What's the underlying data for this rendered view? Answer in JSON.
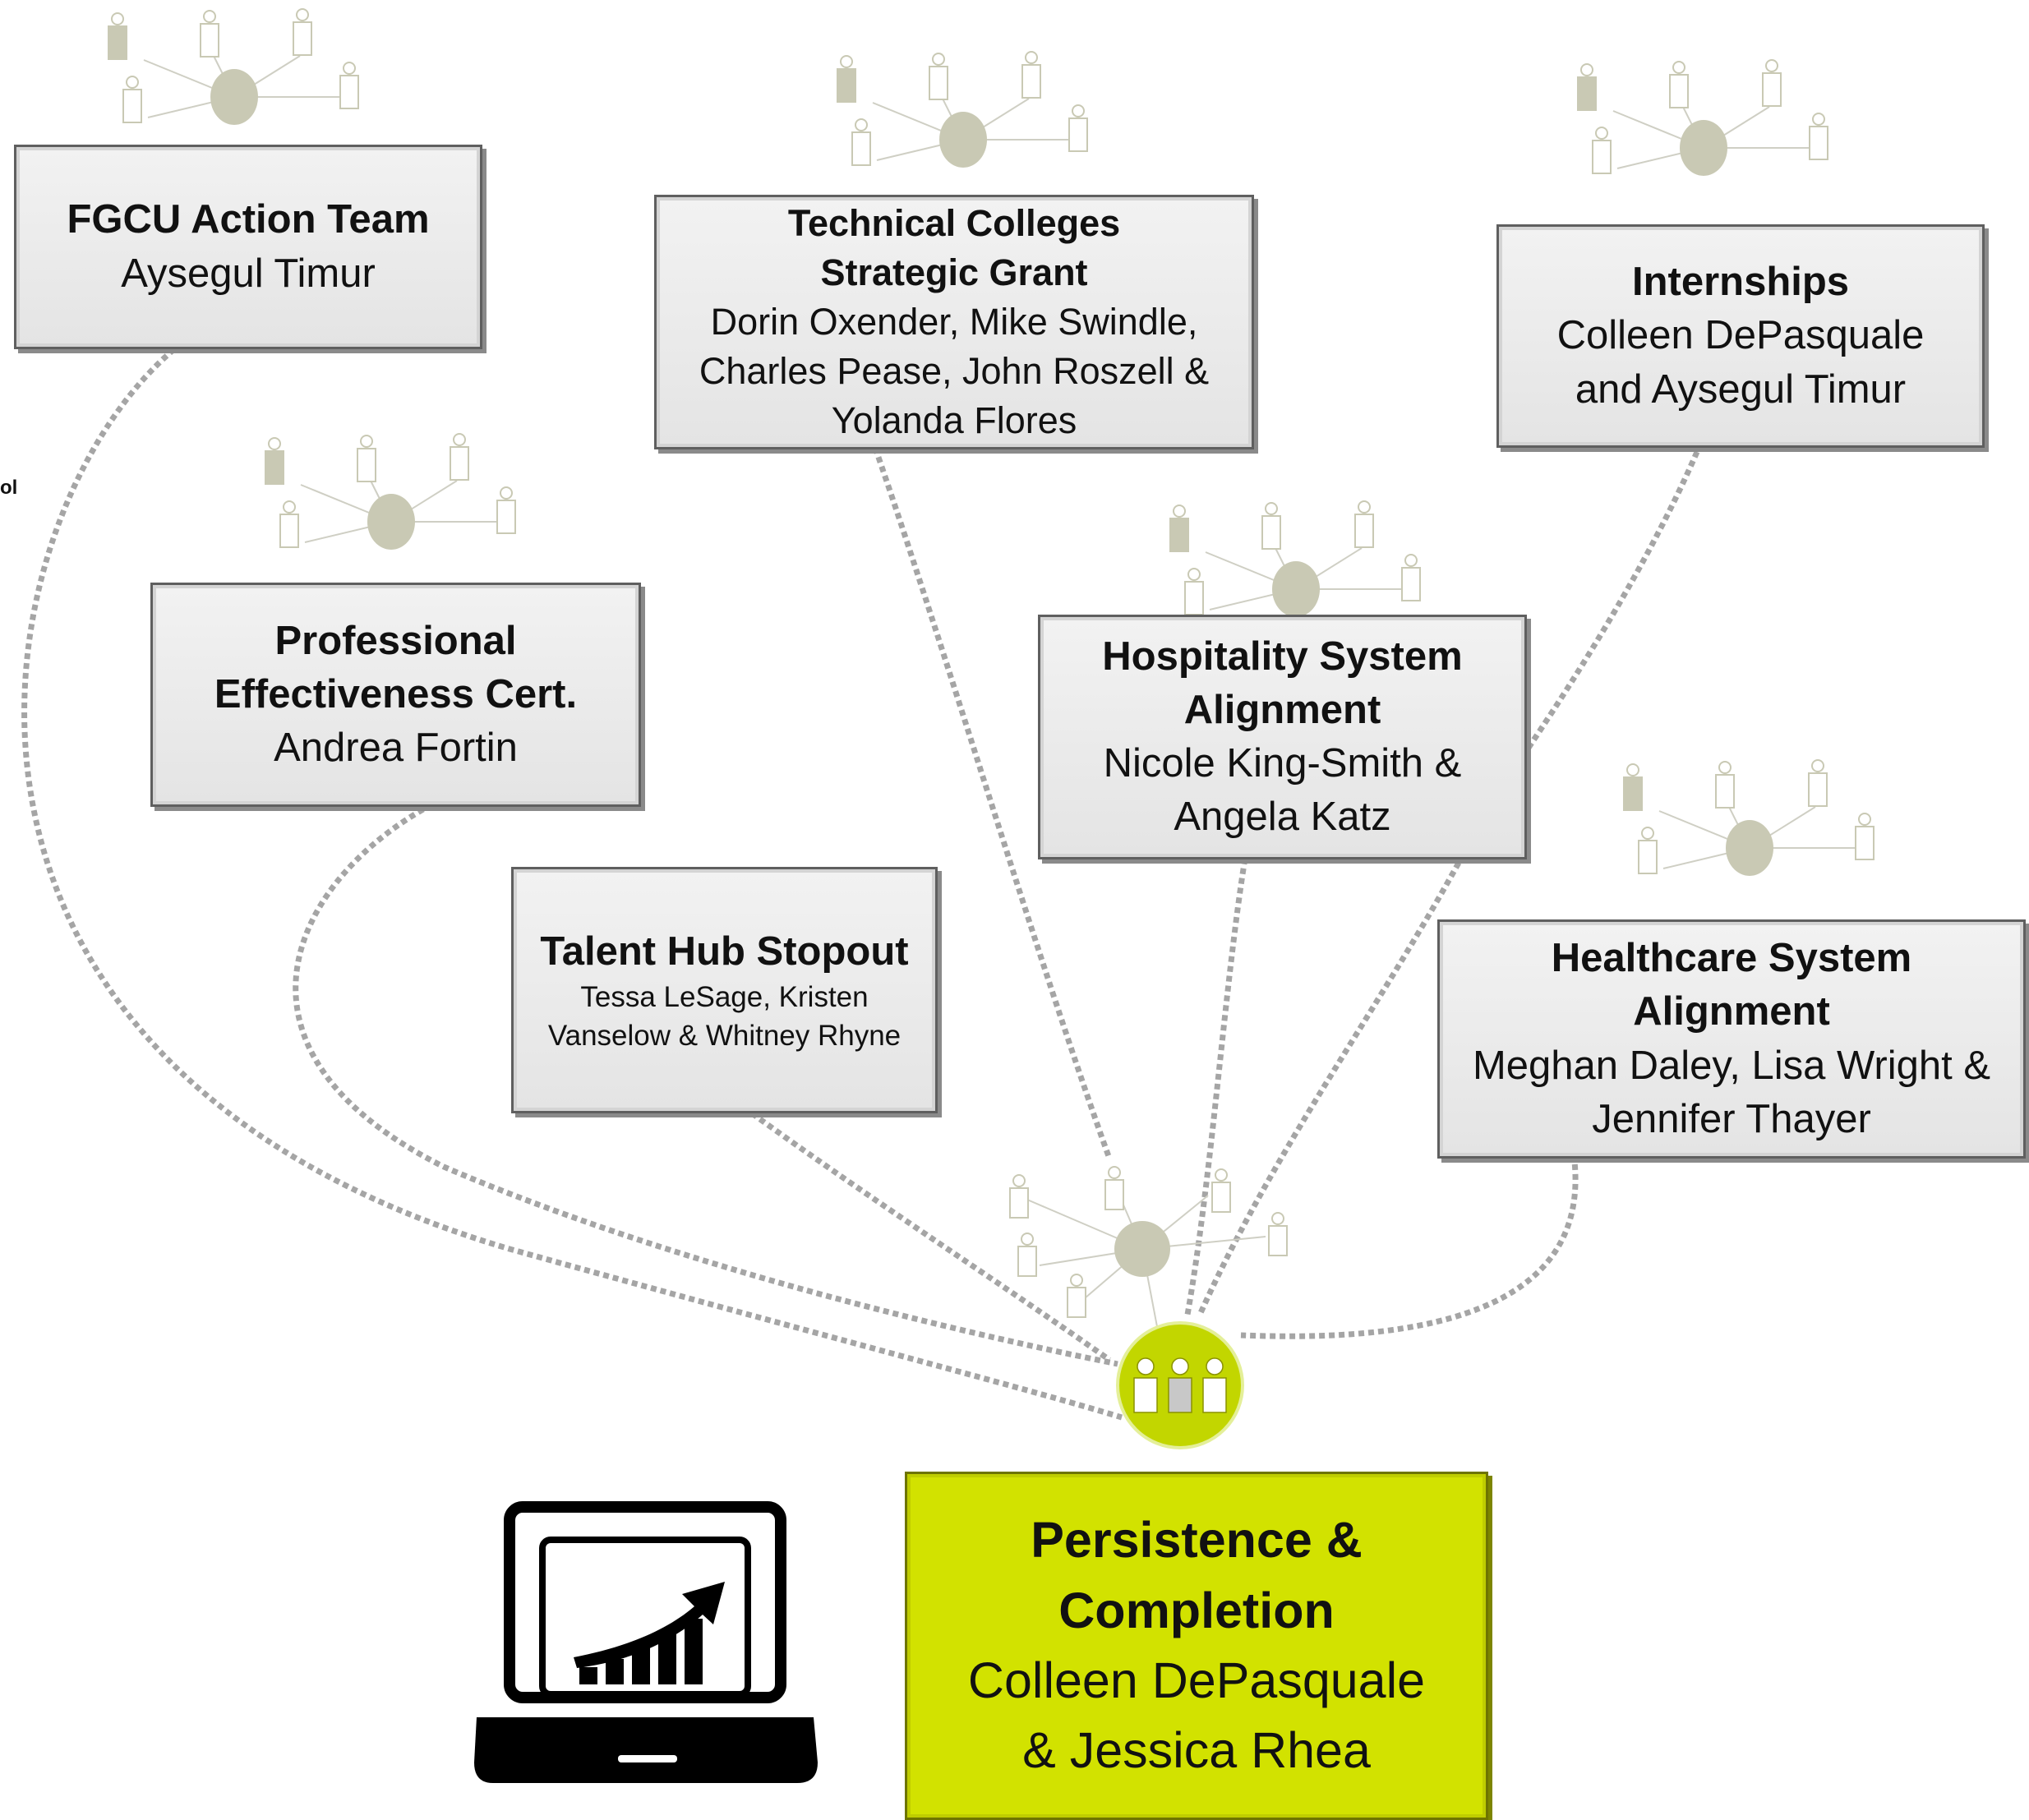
{
  "side_label": "ol",
  "colors": {
    "box_fill": "#e9e9e9",
    "final_fill": "#d2e200",
    "network_icon": "#c9c9b4",
    "connector": "#a5a5a5",
    "hub_fill": "#c2d600"
  },
  "boxes": [
    {
      "id": "fgcu",
      "title": "FGCU Action Team",
      "people": "Aysegul Timur"
    },
    {
      "id": "technical",
      "title": "Technical Colleges Strategic Grant",
      "people": "Dorin Oxender, Mike Swindle, Charles Pease, John Roszell & Yolanda Flores"
    },
    {
      "id": "internships",
      "title": "Internships",
      "people": "Colleen DePasquale and Aysegul Timur"
    },
    {
      "id": "professional",
      "title": "Professional Effectiveness Cert.",
      "people": "Andrea Fortin"
    },
    {
      "id": "hospitality",
      "title": "Hospitality System Alignment",
      "people": "Nicole King-Smith & Angela Katz"
    },
    {
      "id": "talent",
      "title": "Talent Hub Stopout",
      "people": "Tessa LeSage, Kristen Vanselow & Whitney Rhyne"
    },
    {
      "id": "healthcare",
      "title": "Healthcare System Alignment",
      "people": "Meghan Daley, Lisa Wright & Jennifer Thayer"
    },
    {
      "id": "persistence",
      "title": "Persistence & Completion",
      "people": "Colleen DePasquale & Jessica Rhea"
    }
  ],
  "icons": [
    "network-icon",
    "people-hub-icon",
    "laptop-growth-chart-icon"
  ]
}
